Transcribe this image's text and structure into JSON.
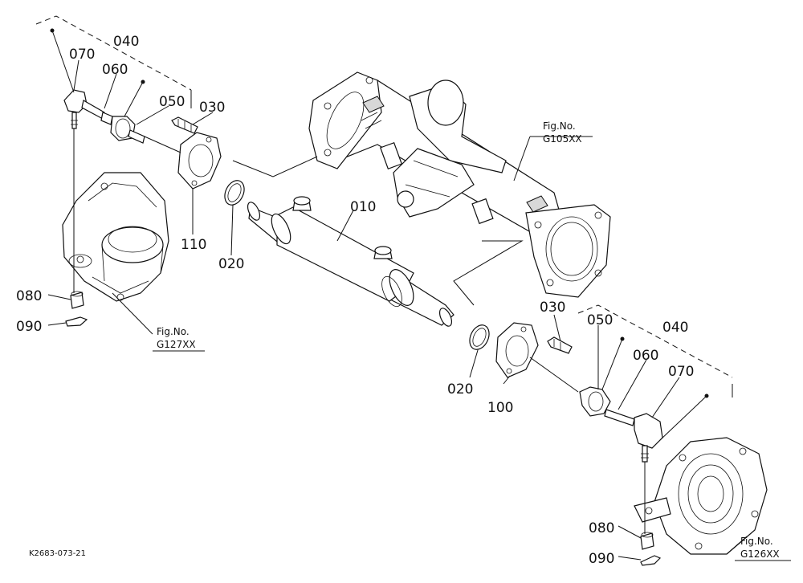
{
  "callouts": {
    "p010": "010",
    "p020_left": "020",
    "p020_right": "020",
    "p030_left": "030",
    "p030_right": "030",
    "p040_left": "040",
    "p040_right": "040",
    "p050_left": "050",
    "p050_right": "050",
    "p060_left": "060",
    "p060_right": "060",
    "p070_left": "070",
    "p070_right": "070",
    "p080_left": "080",
    "p080_right": "080",
    "p090_left": "090",
    "p090_right": "090",
    "p100": "100",
    "p110": "110"
  },
  "references": {
    "housing_top": {
      "label": "Fig.No.",
      "code": "G105XX"
    },
    "knuckle_left": {
      "label": "Fig.No.",
      "code": "G127XX"
    },
    "knuckle_right": {
      "label": "Fig.No.",
      "code": "G126XX"
    }
  },
  "drawing_code": "K2683-073-21"
}
